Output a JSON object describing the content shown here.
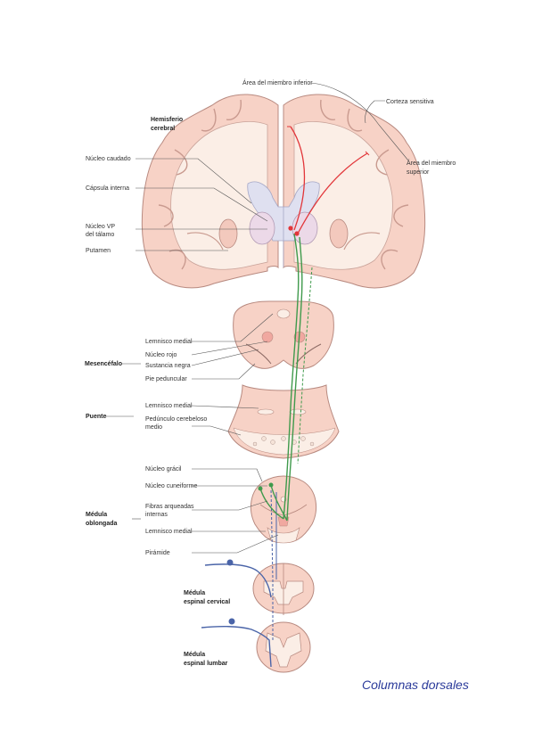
{
  "labels": {
    "area_miembro_inferior": "Área del miembro inferior",
    "corteza_sensitiva": "Corteza sensitiva",
    "area_miembro_superior_1": "Área del miembro",
    "area_miembro_superior_2": "superior",
    "hemisferio_1": "Hemisferio",
    "hemisferio_2": "cerebral",
    "nucleo_caudado": "Núcleo caudado",
    "capsula_interna": "Cápsula interna",
    "nucleo_vp_1": "Núcleo VP",
    "nucleo_vp_2": "del tálamo",
    "putamen": "Putamen",
    "mesencefalo": "Mesencéfalo",
    "lemnisco_medial_mes": "Lemnisco medial",
    "nucleo_rojo": "Núcleo rojo",
    "sustancia_negra": "Sustancia negra",
    "pie_peduncular": "Pie peduncular",
    "puente": "Puente",
    "lemnisco_medial_puente": "Lemnisco medial",
    "pedunculo_1": "Pedúnculo cerebeloso",
    "pedunculo_2": "medio",
    "nucleo_gracil": "Núcleo grácil",
    "nucleo_cuneiforme": "Núcleo cuneiforme",
    "medula_oblongada_1": "Médula",
    "medula_oblongada_2": "oblongada",
    "fibras_1": "Fibras arqueadas",
    "fibras_2": "internas",
    "lemnisco_medial_med": "Lemnisco medial",
    "piramide": "Pirámide",
    "medula_cervical_1": "Médula",
    "medula_cervical_2": "espinal cervical",
    "medula_lumbar_1": "Médula",
    "medula_lumbar_2": "espinal lumbar"
  },
  "caption": "Columnas dorsales",
  "colors": {
    "tract_green": "#3f9a4c",
    "tract_red": "#e2363a",
    "afferent_blue": "#4a64a8",
    "caption_blue": "#2a3a9a"
  }
}
